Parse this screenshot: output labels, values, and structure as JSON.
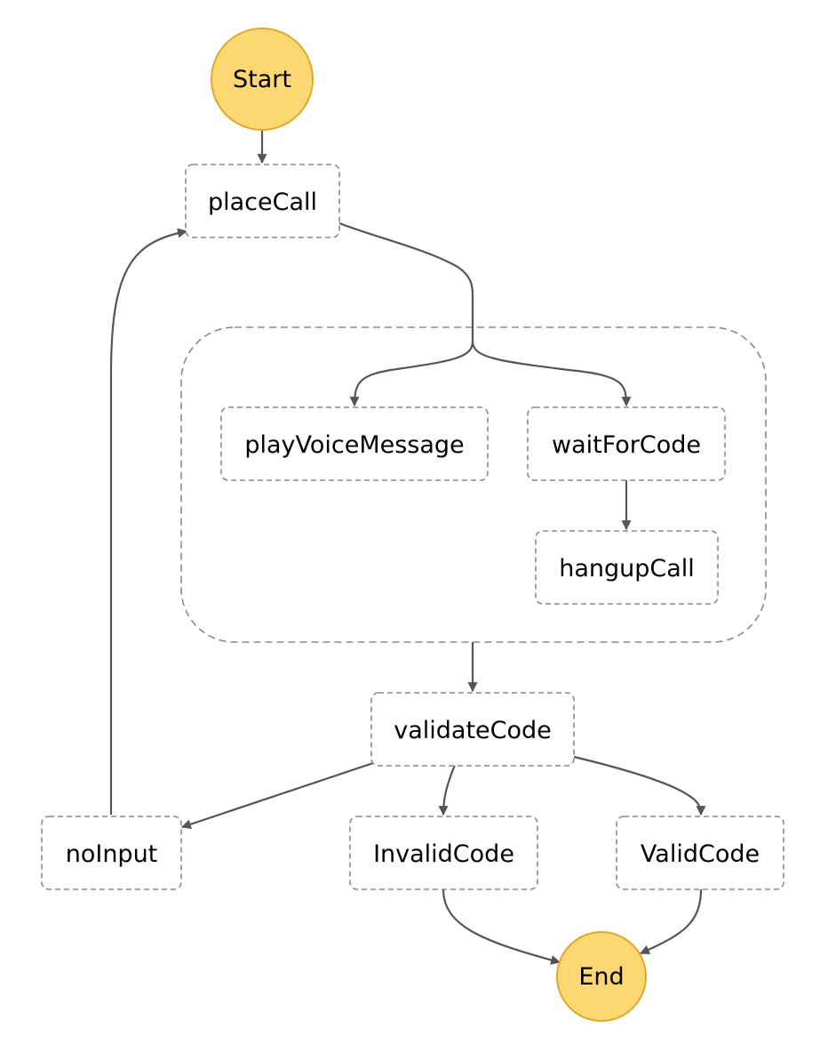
{
  "diagram": {
    "colors": {
      "terminal_fill": "#fdd872",
      "terminal_stroke": "#e0a82a",
      "box_stroke": "#8a8a8a",
      "edge": "#555555"
    },
    "nodes": {
      "start": "Start",
      "place_call": "placeCall",
      "play_voice_message": "playVoiceMessage",
      "wait_for_code": "waitForCode",
      "hangup_call": "hangupCall",
      "validate_code": "validateCode",
      "no_input": "noInput",
      "invalid_code": "InvalidCode",
      "valid_code": "ValidCode",
      "end": "End"
    },
    "edges": [
      {
        "from": "Start",
        "to": "placeCall"
      },
      {
        "from": "placeCall",
        "to": "playVoiceMessage"
      },
      {
        "from": "placeCall",
        "to": "waitForCode"
      },
      {
        "from": "waitForCode",
        "to": "hangupCall"
      },
      {
        "from": "parallel-group",
        "to": "validateCode"
      },
      {
        "from": "validateCode",
        "to": "noInput"
      },
      {
        "from": "validateCode",
        "to": "InvalidCode"
      },
      {
        "from": "validateCode",
        "to": "ValidCode"
      },
      {
        "from": "noInput",
        "to": "placeCall"
      },
      {
        "from": "InvalidCode",
        "to": "End"
      },
      {
        "from": "ValidCode",
        "to": "End"
      }
    ]
  }
}
